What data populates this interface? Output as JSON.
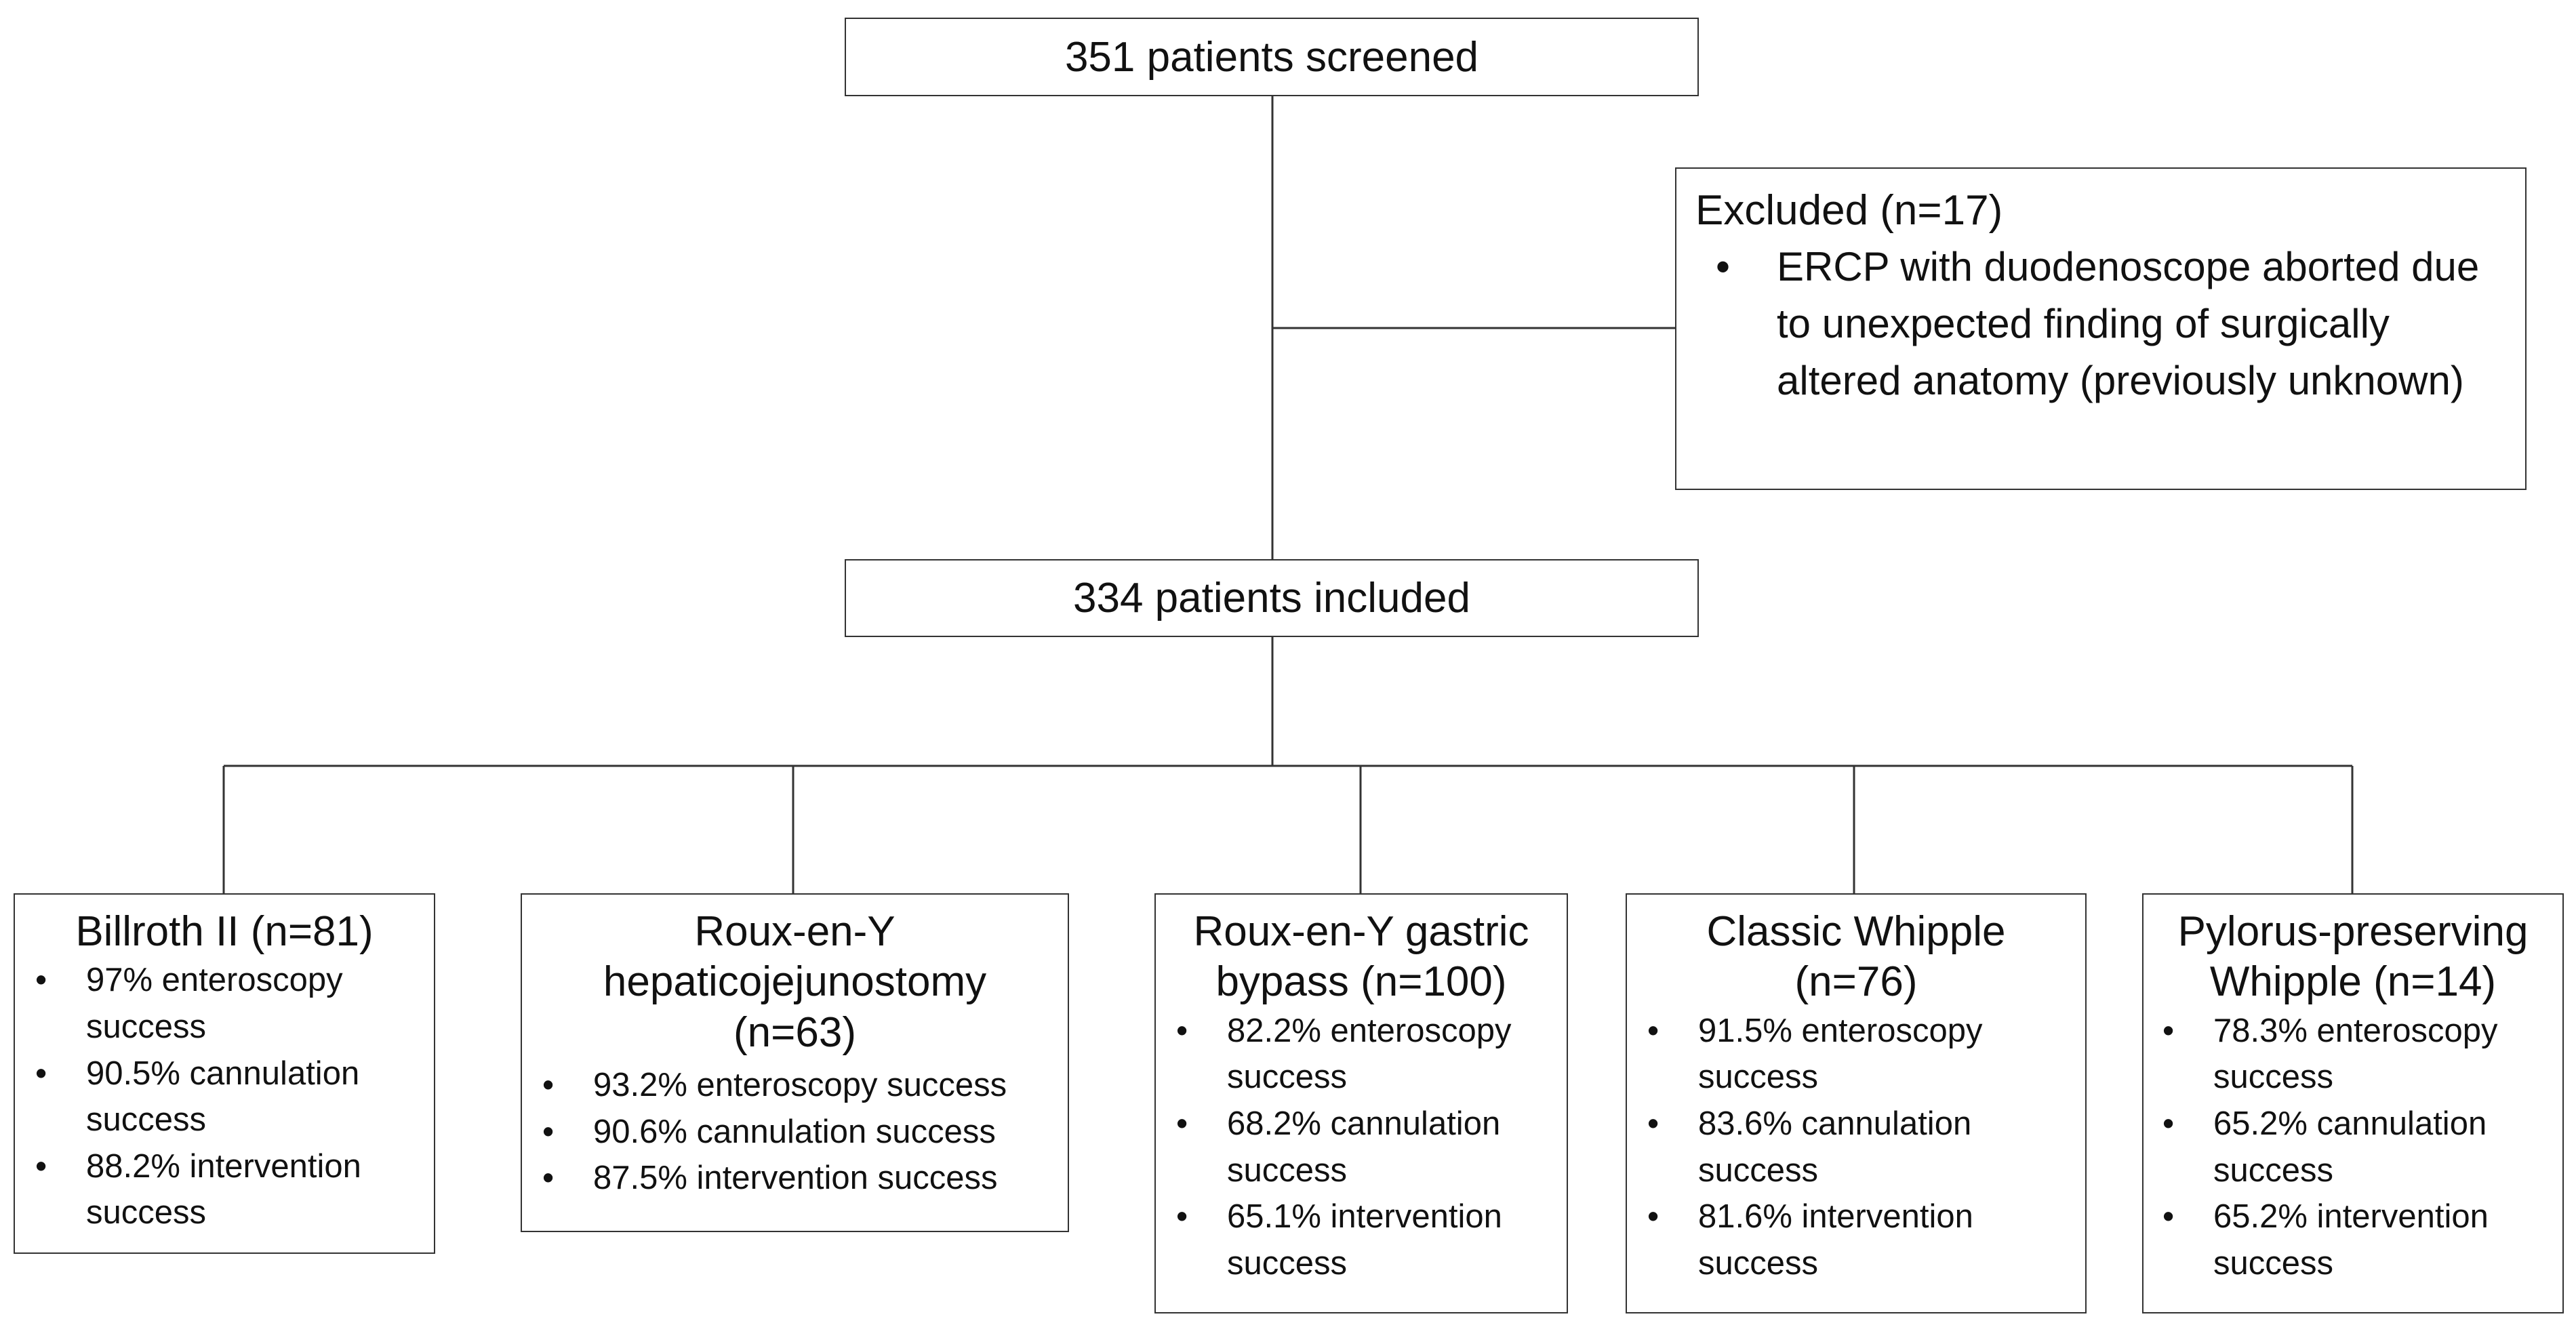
{
  "screened": "351 patients screened",
  "excluded": {
    "title": "Excluded (n=17)",
    "items": [
      "ERCP with duodenoscope aborted due to unexpected finding of surgically altered anatomy (previously unknown)"
    ]
  },
  "included": "334 patients included",
  "groups": [
    {
      "title": "Billroth II (n=81)",
      "items": [
        "97% enteroscopy success",
        "90.5% cannulation success",
        "88.2% intervention success"
      ]
    },
    {
      "title": "Roux-en-Y hepaticojejunostomy (n=63)",
      "items": [
        "93.2% enteroscopy success",
        "90.6% cannulation success",
        "87.5% intervention success"
      ]
    },
    {
      "title": "Roux-en-Y gastric bypass (n=100)",
      "items": [
        "82.2% enteroscopy success",
        "68.2% cannulation success",
        "65.1% intervention success"
      ]
    },
    {
      "title": "Classic Whipple (n=76)",
      "items": [
        "91.5% enteroscopy success",
        "83.6% cannulation success",
        "81.6% intervention success"
      ]
    },
    {
      "title": "Pylorus-preserving Whipple (n=14)",
      "items": [
        "78.3% enteroscopy success",
        "65.2% cannulation success",
        "65.2% intervention success"
      ]
    }
  ]
}
